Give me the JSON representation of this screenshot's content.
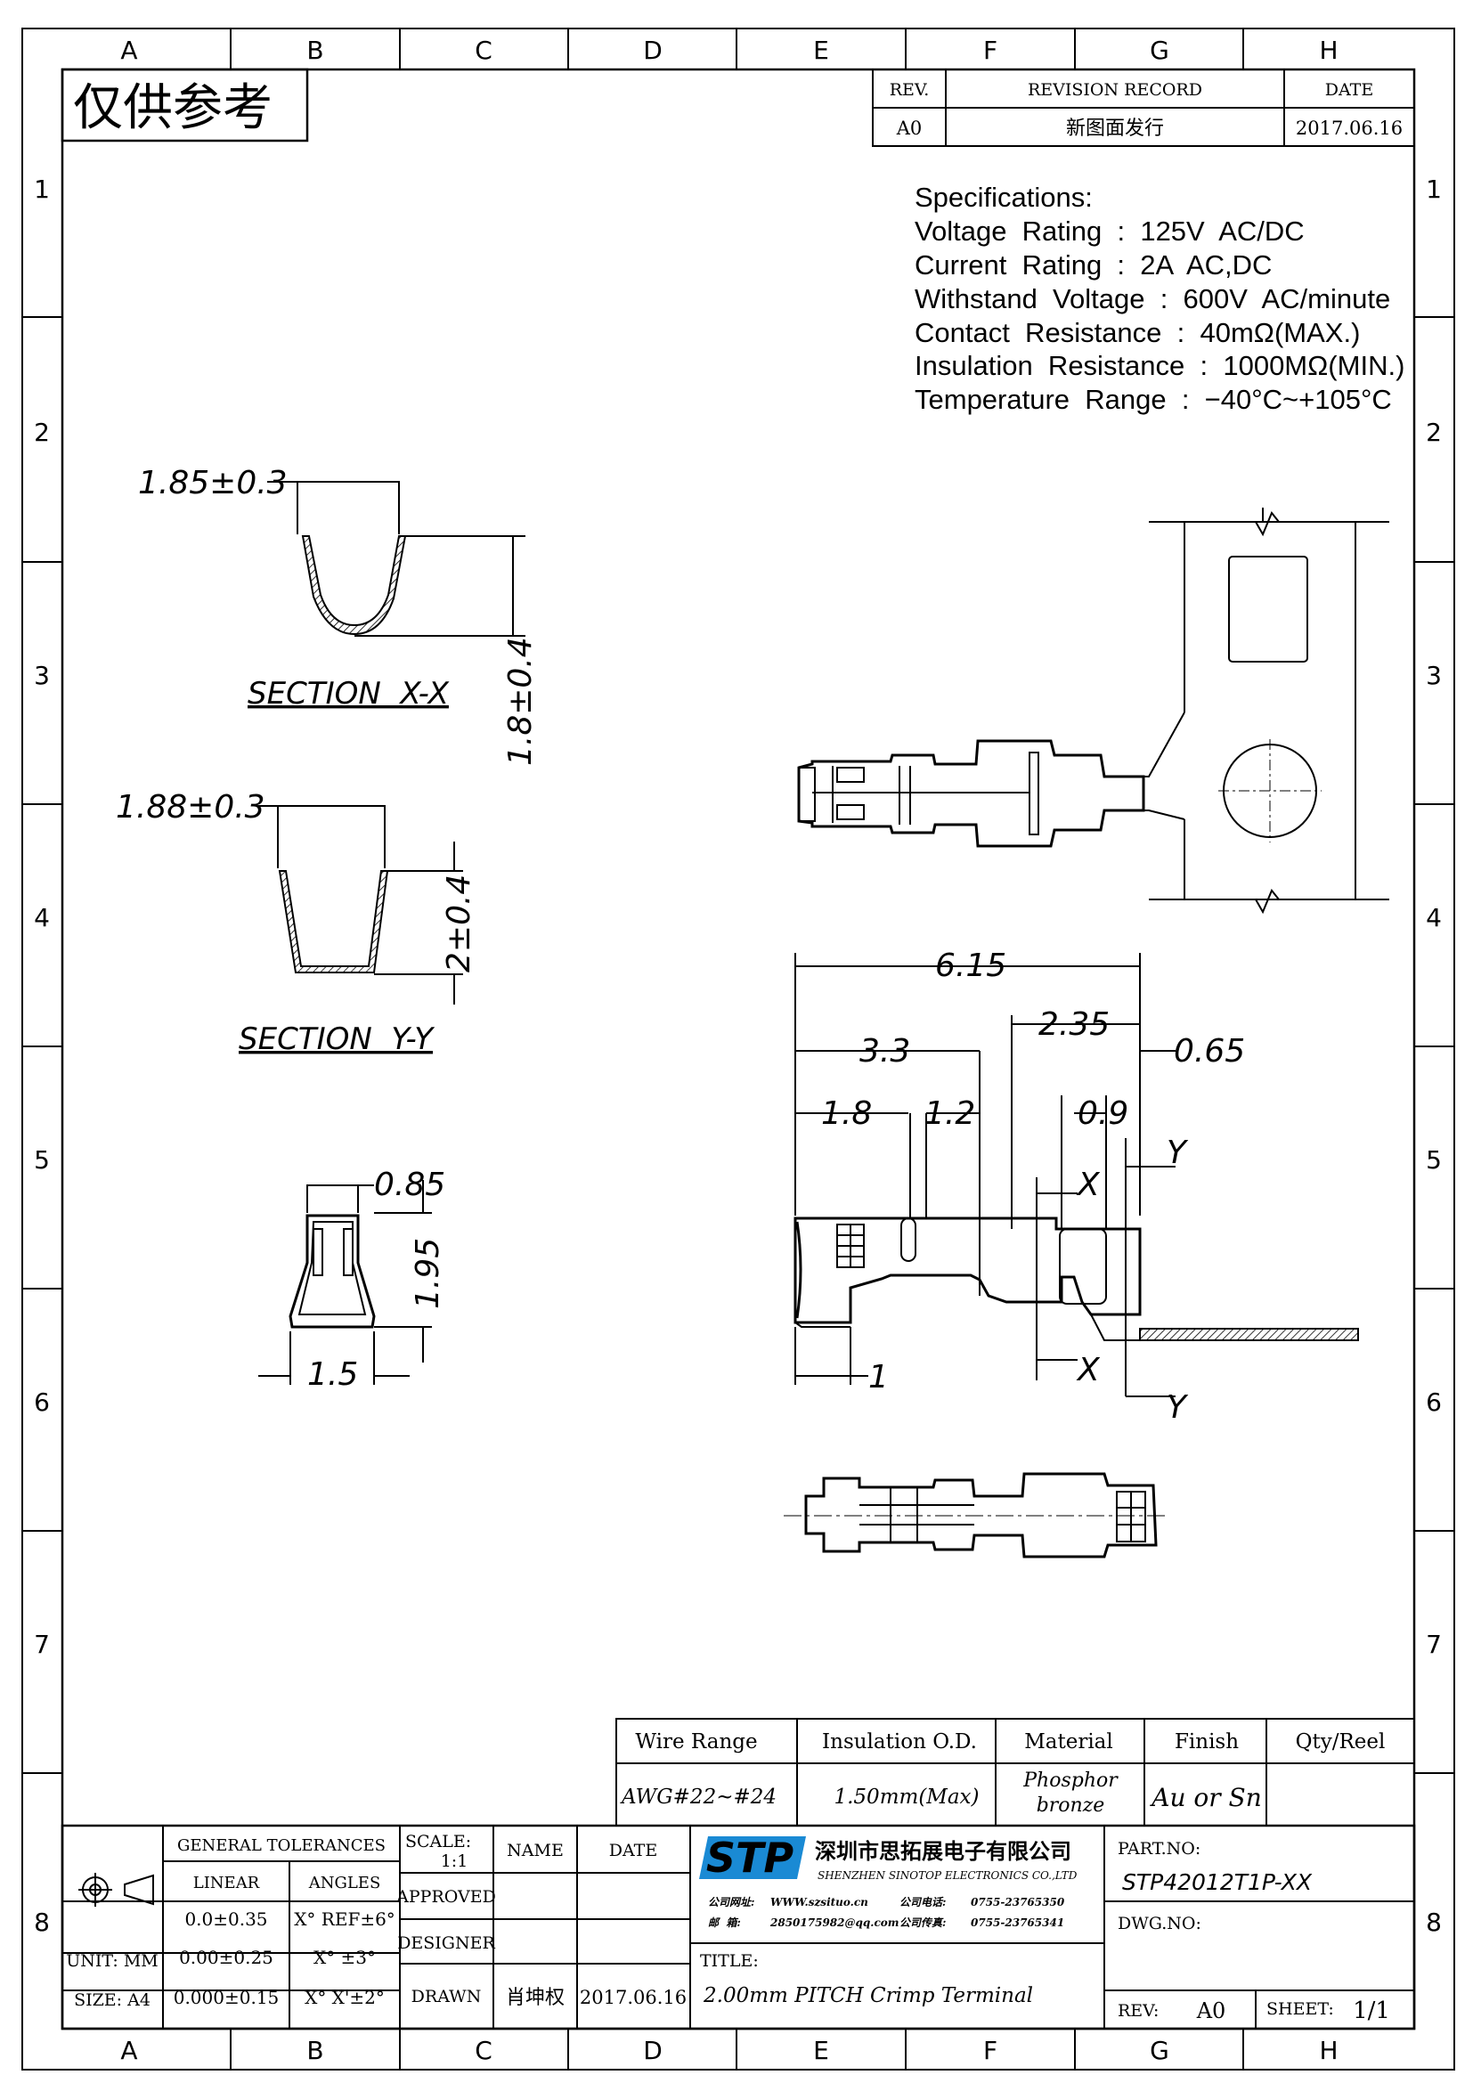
{
  "grid": {
    "columns": [
      "A",
      "B",
      "C",
      "D",
      "E",
      "F",
      "G",
      "H"
    ],
    "rows": [
      "1",
      "2",
      "3",
      "4",
      "5",
      "6",
      "7",
      "8"
    ]
  },
  "watermark": "仅供参考",
  "revision": {
    "headers": {
      "rev": "REV.",
      "record": "REVISION RECORD",
      "date": "DATE"
    },
    "row": {
      "rev": "A0",
      "record": "新图面发行",
      "date": "2017.06.16"
    }
  },
  "specs": {
    "title": "Specifications:",
    "lines": [
      "Voltage  Rating  :  125V  AC/DC",
      "Current  Rating  :  2A  AC,DC",
      "Withstand  Voltage  :  600V  AC/minute",
      "Contact  Resistance  :  40mΩ(MAX.)",
      "Insulation  Resistance  :  1000MΩ(MIN.)",
      "Temperature  Range  :  −40°C~+105°C"
    ]
  },
  "sections": {
    "xx": {
      "label": "SECTION  X-X",
      "width": "1.85±0.3",
      "height": "1.8±0.4"
    },
    "yy": {
      "label": "SECTION  Y-Y",
      "width": "1.88±0.3",
      "height": "2±0.4"
    },
    "end": {
      "top": "0.85",
      "height": "1.95",
      "width": "1.5"
    }
  },
  "dims": {
    "overall": "6.15",
    "d33": "3.3",
    "d235": "2.35",
    "d065": "0.65",
    "d18": "1.8",
    "d12": "1.2",
    "d09": "0.9",
    "d1": "1",
    "x": "X",
    "y": "Y"
  },
  "spec_table": {
    "headers": [
      "Wire Range",
      "Insulation O.D.",
      "Material",
      "Finish",
      "Qty/Reel"
    ],
    "values": [
      "AWG#22~#24",
      "1.50mm(Max)",
      "Phosphor bronze",
      "Au or Sn",
      ""
    ]
  },
  "title_block": {
    "general_tolerances": "GENERAL TOLERANCES",
    "linear": "LINEAR",
    "angles": "ANGLES",
    "tol_rows": [
      {
        "linear": "0.0±0.35",
        "angle": "X° REF±6°"
      },
      {
        "linear": "0.00±0.25",
        "angle": "X° ±3°"
      },
      {
        "linear": "0.000±0.15",
        "angle": "X° X'±2°"
      }
    ],
    "unit": "UNIT: MM",
    "size": "SIZE: A4",
    "scale_label": "SCALE:",
    "scale_value": "1:1",
    "name": "NAME",
    "date": "DATE",
    "approved": "APPROVED",
    "designer": "DESIGNER",
    "drawn": "DRAWN",
    "drawn_name": "肖坤权",
    "drawn_date": "2017.06.16",
    "company_cn": "深圳市思拓展电子有限公司",
    "company_en": "SHENZHEN SINOTOP ELECTRONICS CO.,LTD",
    "logo": "STP",
    "contact_web_label": "公司网址:",
    "contact_web": "WWW.szsituo.cn",
    "contact_phone_label": "公司电话:",
    "contact_phone": "0755-23765350",
    "contact_mail_label": "邮  箱:",
    "contact_mail": "2850175982@qq.com",
    "contact_fax_label": "公司传真:",
    "contact_fax": "0755-23765341",
    "part_no_label": "PART.NO:",
    "part_no": "STP42012T1P-XX",
    "dwg_no_label": "DWG.NO:",
    "title_label": "TITLE:",
    "title": "2.00mm PITCH Crimp Terminal",
    "rev_label": "REV:",
    "rev": "A0",
    "sheet_label": "SHEET:",
    "sheet": "1/1"
  }
}
